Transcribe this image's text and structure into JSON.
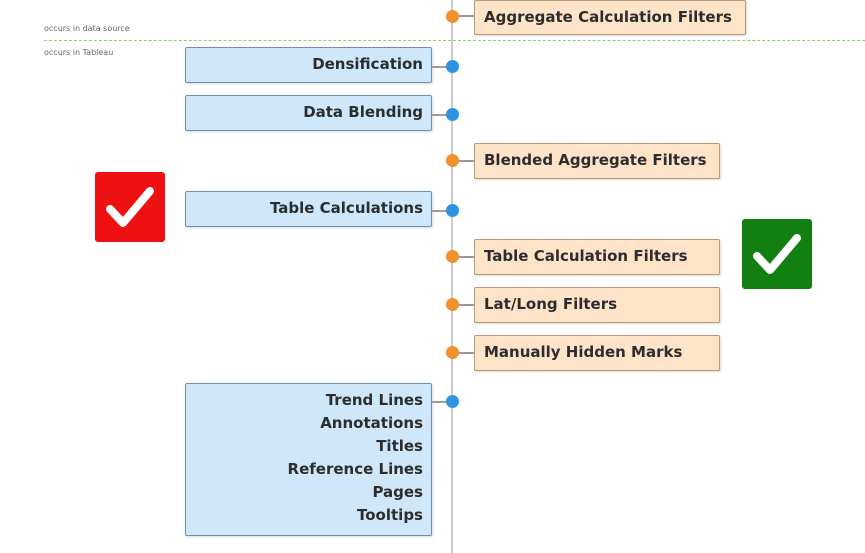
{
  "zone_labels": {
    "data_source": "occurs in data source",
    "tableau": "occurs in Tableau"
  },
  "colors": {
    "blue_box": "#cfe7f8",
    "orange_box": "#fde3c8",
    "blue_dot": "#2f93e0",
    "orange_dot": "#f29129",
    "divider": "#8cd16a",
    "red_badge": "#ee1111",
    "green_badge": "#118011"
  },
  "steps": {
    "aggregate_calc_filters": "Aggregate Calculation Filters",
    "densification": "Densification",
    "data_blending": "Data Blending",
    "blended_aggregate_filters": "Blended Aggregate Filters",
    "table_calculations": "Table Calculations",
    "table_calc_filters": "Table Calculation Filters",
    "lat_long_filters": "Lat/Long Filters",
    "manually_hidden_marks": "Manually Hidden Marks",
    "final_items": [
      "Trend Lines",
      "Annotations",
      "Titles",
      "Reference Lines",
      "Pages",
      "Tooltips"
    ]
  },
  "badges": {
    "red": "checkmark-icon",
    "green": "checkmark-icon"
  }
}
